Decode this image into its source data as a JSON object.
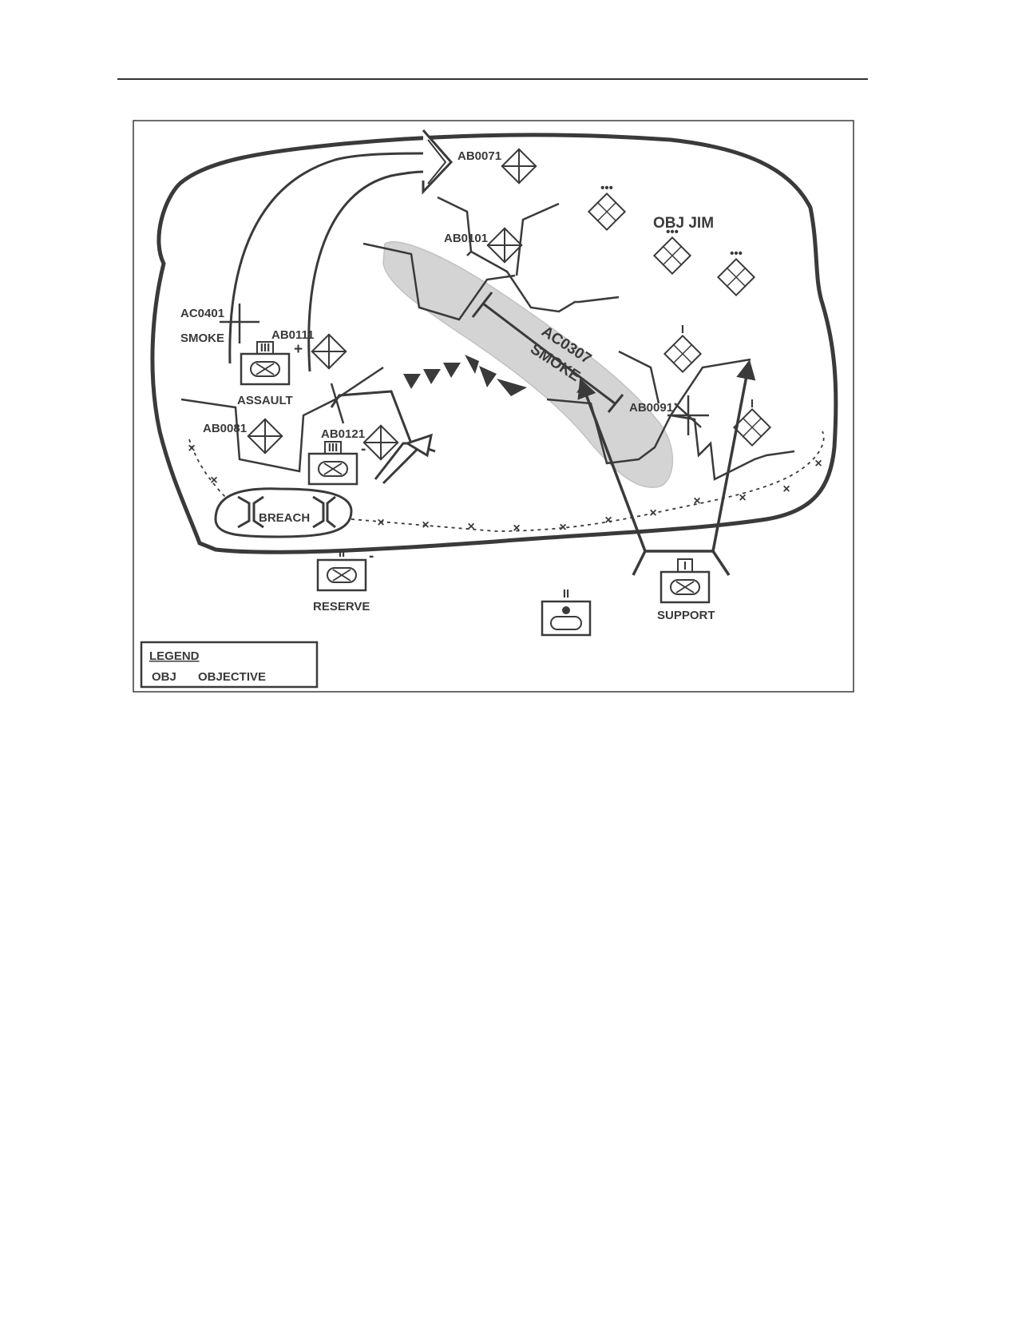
{
  "header_rule": true,
  "labels": {
    "ab0071": "AB0071",
    "ab0101": "AB0101",
    "obj_jim": "OBJ JIM",
    "ac0401": "AC0401",
    "smoke_left": "SMOKE",
    "ab0111": "AB0111",
    "plus": "+",
    "assault": "ASSAULT",
    "ac0307": "AC0307",
    "smoke_center": "SMOKE",
    "ab0091": "AB0091",
    "ab0081": "AB0081",
    "ab0121": "AB0121",
    "minus_ab0121": "-",
    "breach": "BREACH",
    "reserve": "RESERVE",
    "minus_reserve": "-",
    "support": "SUPPORT"
  },
  "echelons": {
    "company": "III",
    "platoon": "•••",
    "battalion": "II",
    "section": "I"
  },
  "legend": {
    "title": "LEGEND",
    "entries": [
      {
        "abbr": "OBJ",
        "meaning": "OBJECTIVE"
      }
    ]
  },
  "colors": {
    "ink": "#3a3a3a",
    "smoke_fill": "#d4d4d4"
  }
}
